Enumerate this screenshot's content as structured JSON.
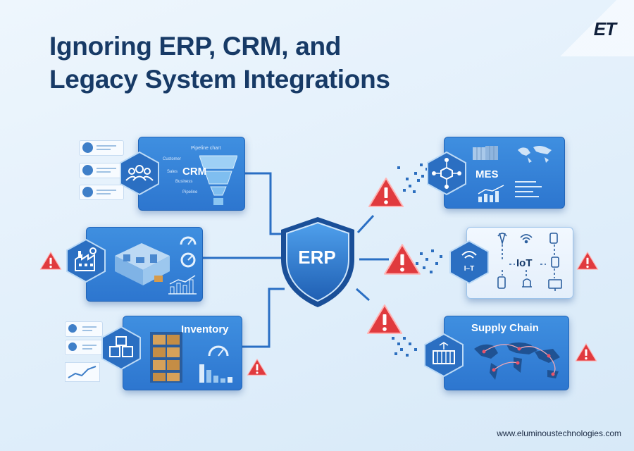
{
  "header": {
    "title_line1": "Ignoring ERP, CRM, and",
    "title_line2": "Legacy System Integrations"
  },
  "brand": {
    "logo_text": "ET",
    "website": "www.eluminoustechnologies.com"
  },
  "hub": {
    "label": "ERP"
  },
  "crm": {
    "title": "CRM",
    "chart_title": "Pipeline chart",
    "funnel_labels": [
      "Customer",
      "Sales",
      "Business",
      "Pipeline"
    ]
  },
  "inventory": {
    "title": "Inventory"
  },
  "mes": {
    "title": "MES"
  },
  "iot": {
    "title": "IoT",
    "hex_label": "I–T"
  },
  "supply_chain": {
    "title": "Supply Chain"
  },
  "colors": {
    "accent": "#2d76cf",
    "warning": "#e03a3e",
    "title": "#173a66"
  }
}
